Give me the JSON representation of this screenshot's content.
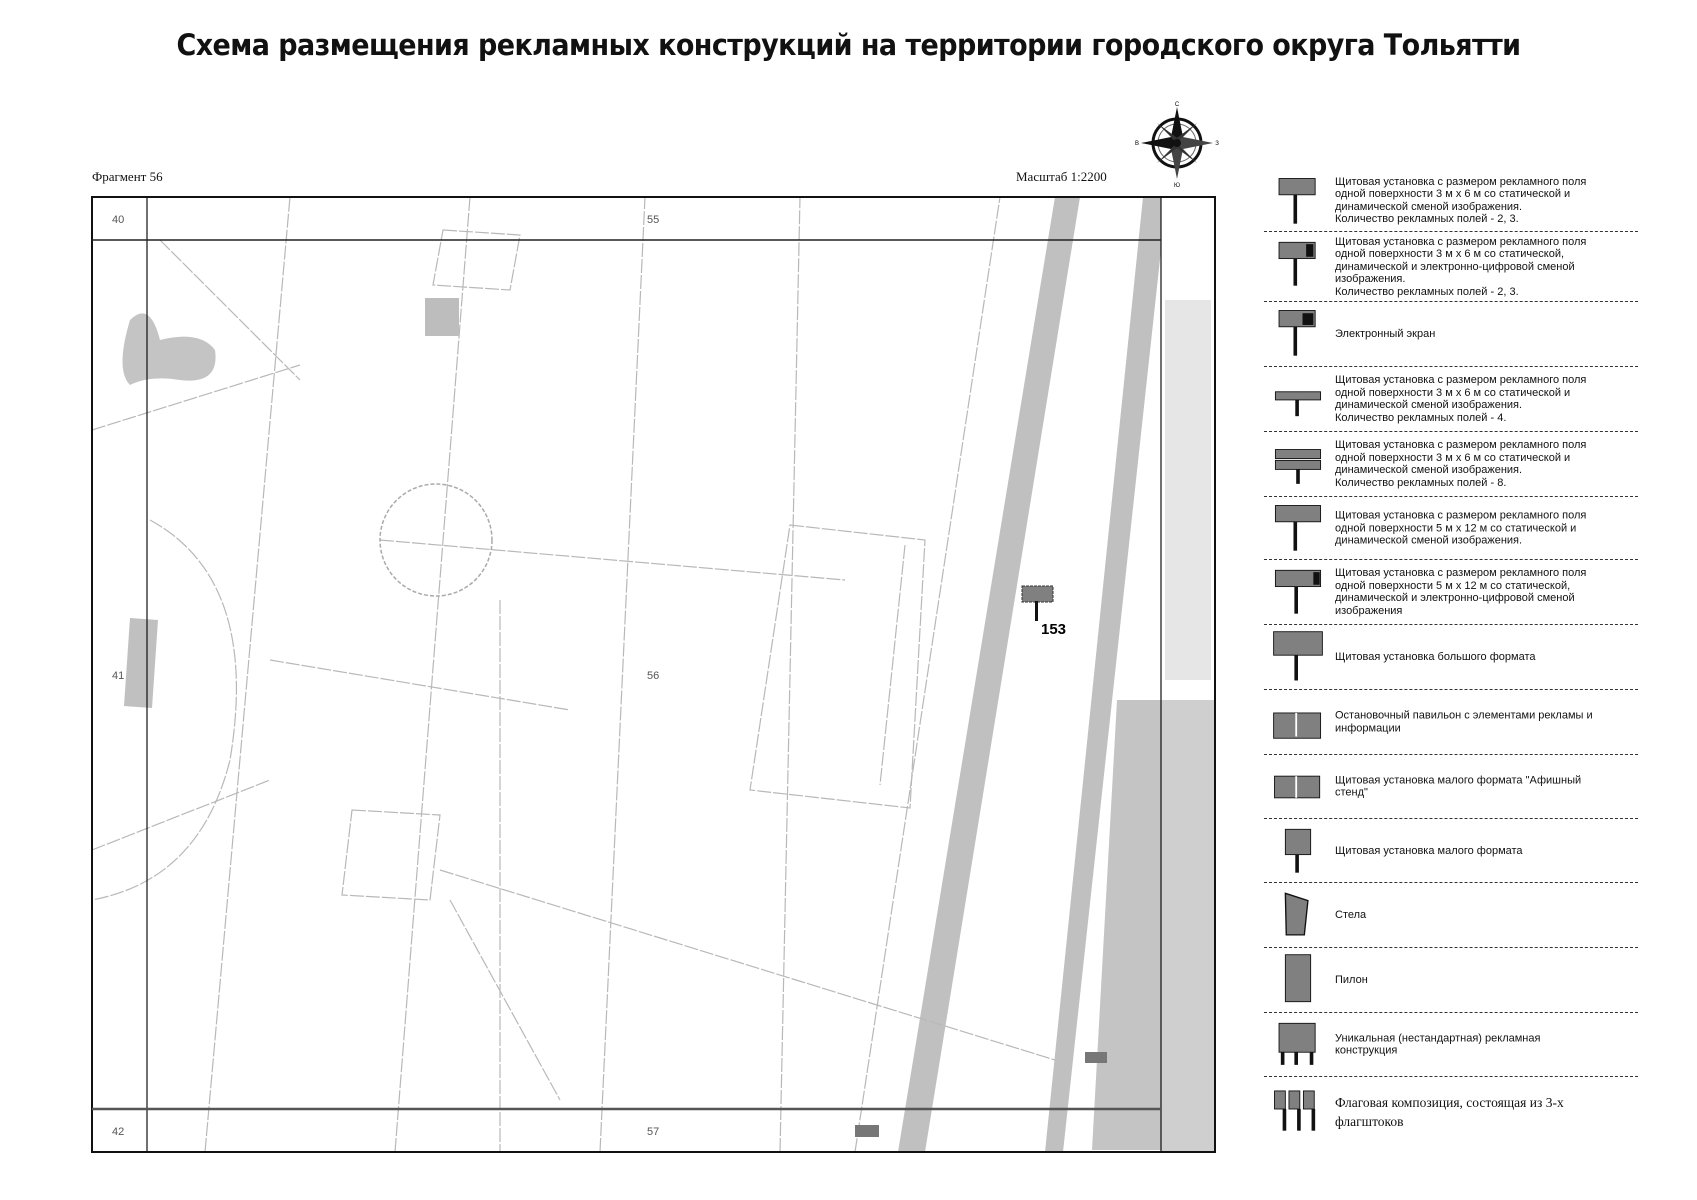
{
  "title": "Схема размещения рекламных конструкций на территории городского округа Тольятти",
  "fragment_label": "Фрагмент 56",
  "scale_label": "Масштаб 1:2200",
  "compass": {
    "icon": "compass-rose-icon",
    "n": "С",
    "s": "Ю",
    "w": "В",
    "e": "З"
  },
  "map": {
    "grid_labels": {
      "top_left": "40",
      "top_center": "55",
      "mid_left": "41",
      "mid_center": "56",
      "bottom_left": "42",
      "bottom_center": "57"
    },
    "markers": [
      {
        "id": "153",
        "type": "billboard-3x6-static-dynamic"
      }
    ],
    "colors": {
      "road": "#c0c0c0",
      "marker": "#808080",
      "lines": "#b5b5b5"
    }
  },
  "legend": [
    {
      "icon": "billboard-3x6-icon",
      "text": "Щитовая установка с размером рекламного поля\nодной поверхности 3 м х 6 м со статической и\nдинамической сменой изображения.\nКоличество рекламных полей - 2, 3."
    },
    {
      "icon": "billboard-3x6-digital-icon",
      "text": "Щитовая установка с размером рекламного поля\nодной поверхности 3 м х 6 м со статической,\nдинамической и электронно-цифровой сменой\nизображения.\nКоличество рекламных полей - 2, 3."
    },
    {
      "icon": "electronic-screen-icon",
      "text": "Электронный экран"
    },
    {
      "icon": "billboard-4-fields-icon",
      "text": "Щитовая установка с размером рекламного поля\nодной поверхности 3 м х 6 м со статической и\nдинамической сменой изображения.\nКоличество рекламных полей - 4."
    },
    {
      "icon": "billboard-8-fields-icon",
      "text": "Щитовая установка с размером рекламного поля\nодной поверхности 3 м х 6 м со статической и\nдинамической сменой изображения.\nКоличество рекламных полей - 8."
    },
    {
      "icon": "billboard-5x12-icon",
      "text": "Щитовая установка с размером рекламного поля\nодной поверхности 5 м х 12 м со статической и\nдинамической сменой изображения."
    },
    {
      "icon": "billboard-5x12-digital-icon",
      "text": "Щитовая установка с размером рекламного поля\nодной поверхности 5 м х 12 м со статической,\nдинамической и электронно-цифровой сменой\nизображения"
    },
    {
      "icon": "large-format-billboard-icon",
      "text": "Щитовая установка большого формата"
    },
    {
      "icon": "bus-stop-pavilion-icon",
      "text": "Остановочный павильон с элементами рекламы и\nинформации"
    },
    {
      "icon": "poster-stand-icon",
      "text": "Щитовая установка малого формата \"Афишный\nстенд\""
    },
    {
      "icon": "small-format-billboard-icon",
      "text": "Щитовая установка малого формата"
    },
    {
      "icon": "stele-icon",
      "text": "Стела"
    },
    {
      "icon": "pylon-icon",
      "text": "Пилон"
    },
    {
      "icon": "unique-structure-icon",
      "text": "Уникальная (нестандартная) рекламная\nконструкция"
    },
    {
      "icon": "flag-composition-icon",
      "text": "Флаговая композиция, состоящая из 3-х\nфлагштоков"
    }
  ]
}
